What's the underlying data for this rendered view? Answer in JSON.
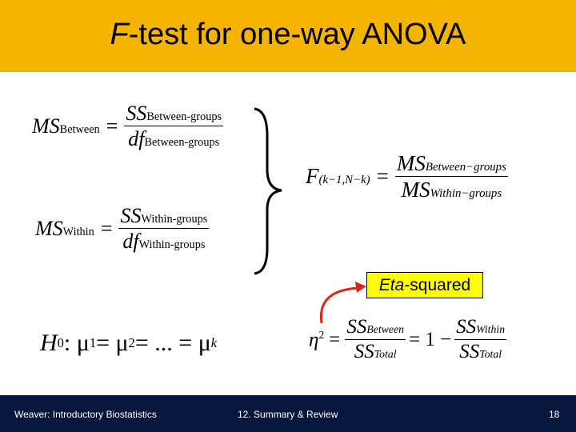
{
  "title": {
    "italic": "F",
    "rest": "-test for one-way ANOVA"
  },
  "formulas": {
    "ms_between": {
      "lhs": "MS",
      "lhs_sub": "Between",
      "num": "SS",
      "num_sub": "Between-groups",
      "den": "df",
      "den_sub": "Between-groups"
    },
    "ms_within": {
      "lhs": "MS",
      "lhs_sub": "Within",
      "num": "SS",
      "num_sub": "Within-groups",
      "den": "df",
      "den_sub": "Within-groups"
    },
    "f_stat": {
      "lhs": "F",
      "lhs_sub": "(k−1,N−k)",
      "num": "MS",
      "num_sub": "Between−groups",
      "den": "MS",
      "den_sub": "Within−groups"
    },
    "hypothesis": {
      "text": "H",
      "sub0": "0",
      "body": " : μ",
      "s1": "1",
      "e1": " = μ",
      "s2": "2",
      "tail": " = ... = μ",
      "sk": "k"
    },
    "eta": {
      "symbol": "η",
      "sup": "2",
      "num1": "SS",
      "num1_sub": "Between",
      "den1": "SS",
      "den1_sub": "Total",
      "mid": "= 1 −",
      "num2": "SS",
      "num2_sub": "Within",
      "den2": "SS",
      "den2_sub": "Total"
    }
  },
  "eta_label": {
    "italic": "Eta",
    "rest": "-squared"
  },
  "footer": {
    "left": "Weaver: Introductory Biostatistics",
    "center": "12. Summary & Review",
    "page": "18"
  },
  "colors": {
    "title_band": "#f4b400",
    "eta_box": "#ffff00",
    "footer": "#07173d",
    "arrow": "#d9261c"
  }
}
